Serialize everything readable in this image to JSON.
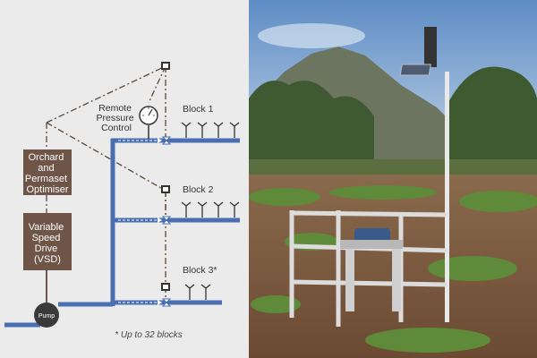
{
  "diagram": {
    "optimiser_lines": [
      "Orchard",
      "and",
      "Permaset",
      "Optimiser"
    ],
    "vsd_lines": [
      "Variable",
      "Speed",
      "Drive",
      "(VSD)"
    ],
    "pump_label": "Pump",
    "pressure_control_lines": [
      "Remote",
      "Pressure",
      "Control"
    ],
    "blocks": [
      "Block 1",
      "Block 2",
      "Block 3*"
    ],
    "footnote": "* Up to 32 blocks"
  },
  "colors": {
    "panel_bg": "#ebebeb",
    "pipe": "#4a6fb0",
    "controller_box": "#6e5547",
    "pump": "#3a3a3a",
    "dash_line": "#5b4738"
  },
  "photo": {
    "subject": "solar-powered-irrigation-controller-in-field"
  }
}
